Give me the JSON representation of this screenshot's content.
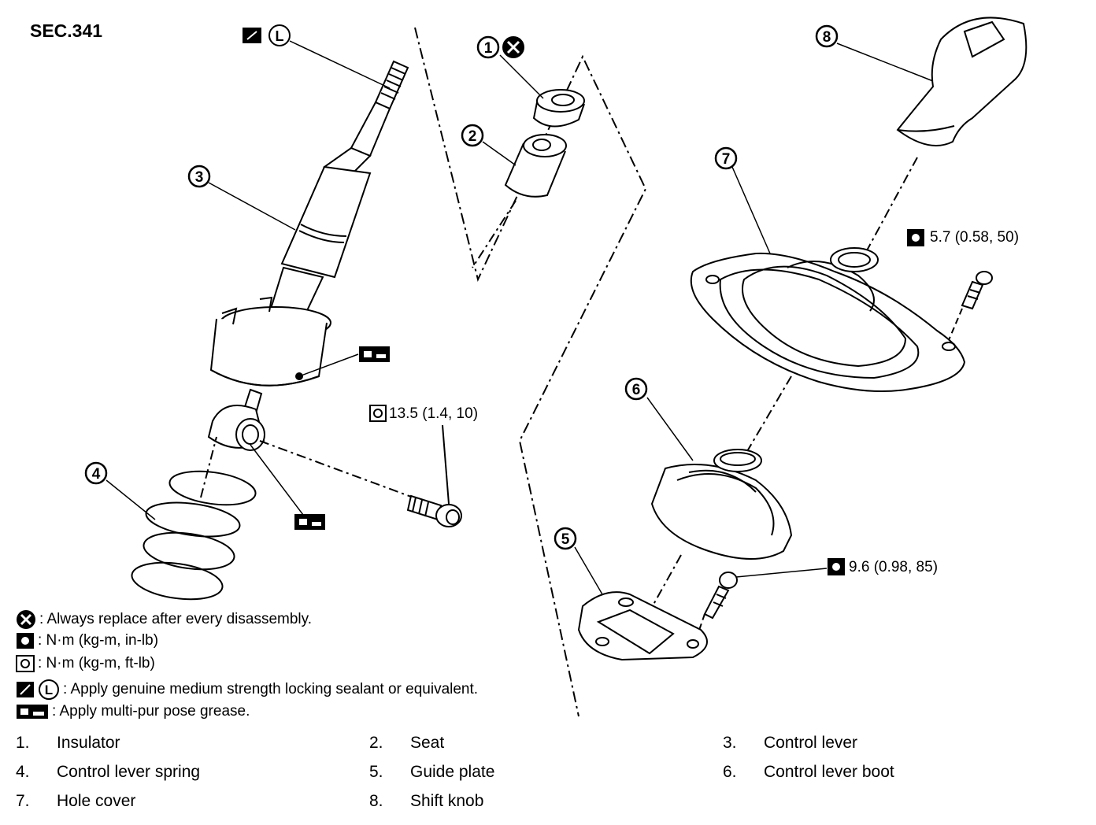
{
  "section": "SEC.341",
  "callouts": [
    "1",
    "2",
    "3",
    "4",
    "5",
    "6",
    "7",
    "8"
  ],
  "torques": {
    "t1": "5.7 (0.58, 50)",
    "t2": "13.5 (1.4, 10)",
    "t3": "9.6 (0.98, 85)"
  },
  "legend": {
    "replace": ": Always replace after every disassembly.",
    "nm_inlb": ": N·m (kg-m, in-lb)",
    "nm_ftlb": ": N·m (kg-m, ft-lb)",
    "sealant": ": Apply genuine medium strength locking sealant or equivalent.",
    "grease": ": Apply multi-pur pose grease."
  },
  "symbol_letters": {
    "locking": "L"
  },
  "parts": [
    {
      "num": "1.",
      "name": "Insulator"
    },
    {
      "num": "2.",
      "name": "Seat"
    },
    {
      "num": "3.",
      "name": "Control lever"
    },
    {
      "num": "4.",
      "name": "Control lever spring"
    },
    {
      "num": "5.",
      "name": "Guide plate"
    },
    {
      "num": "6.",
      "name": "Control lever boot"
    },
    {
      "num": "7.",
      "name": "Hole cover"
    },
    {
      "num": "8.",
      "name": "Shift knob"
    }
  ]
}
